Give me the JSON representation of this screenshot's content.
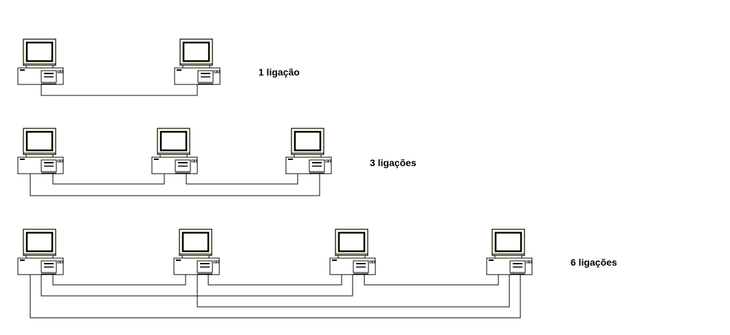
{
  "rows": [
    {
      "label": "1 ligação",
      "computers": 2,
      "connections": 1
    },
    {
      "label": "3 ligações",
      "computers": 3,
      "connections": 3
    },
    {
      "label": "6 ligações",
      "computers": 4,
      "connections": 6
    }
  ],
  "colors": {
    "monitor_frame": "#fffde6",
    "line": "#000000",
    "background": "#ffffff"
  }
}
